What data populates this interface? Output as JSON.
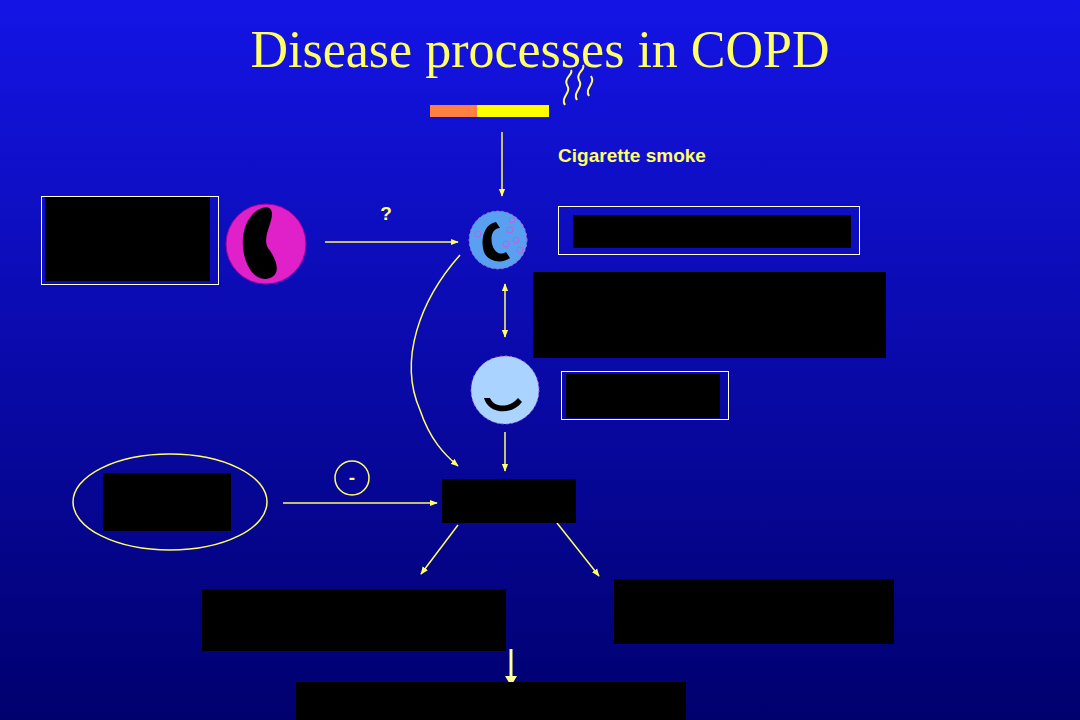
{
  "diagram": {
    "title": "Disease processes in COPD",
    "labels": [
      "Cigarette smoke",
      "?",
      "-"
    ]
  }
}
